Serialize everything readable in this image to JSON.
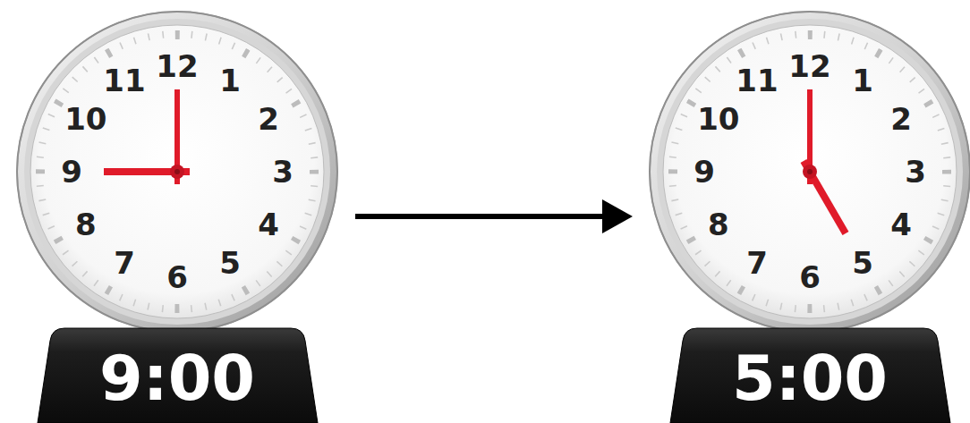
{
  "diagram": {
    "nodes": [
      {
        "text": [
          "12",
          "1",
          "2",
          "3",
          "4",
          "5",
          "6",
          "7",
          "8",
          "9",
          "10",
          "11"
        ]
      },
      {
        "text": [
          "9:00"
        ]
      },
      {
        "text": [
          "12",
          "1",
          "2",
          "3",
          "4",
          "5",
          "6",
          "7",
          "8",
          "9",
          "10",
          "11"
        ]
      },
      {
        "text": [
          "5:00"
        ]
      }
    ],
    "edges": [
      {
        "from": 0,
        "to": 2,
        "arrow": "to"
      }
    ]
  }
}
